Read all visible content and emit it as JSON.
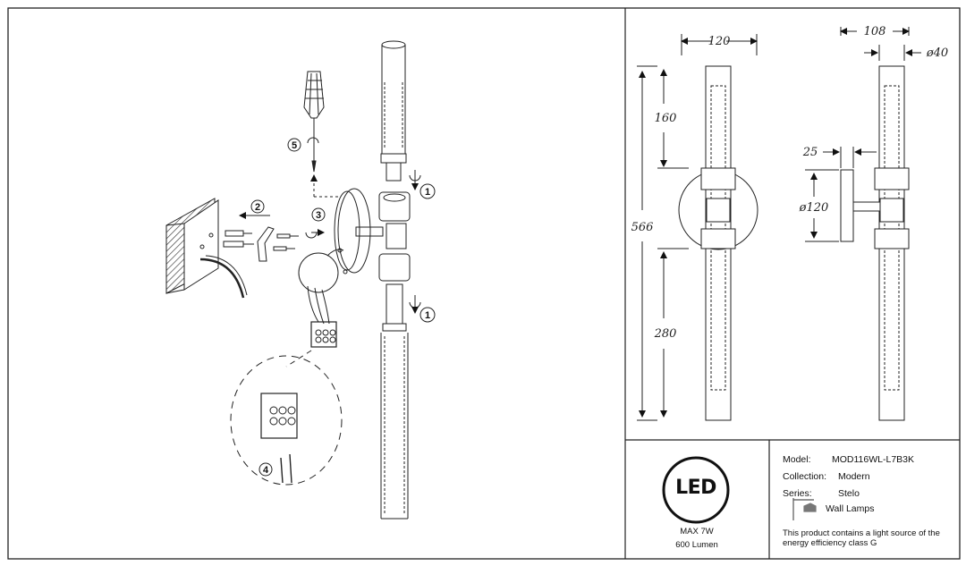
{
  "dimensions": {
    "width_top_front": "120",
    "width_top_side": "108",
    "tube_diameter": "ø40",
    "upper_length": "160",
    "total_length": "566",
    "lower_length": "280",
    "wall_offset": "25",
    "backplate_diameter": "ø120"
  },
  "steps": [
    "1",
    "1",
    "2",
    "3",
    "4",
    "5"
  ],
  "led_badge": {
    "logo_text": "LED",
    "power": "MAX 7W",
    "lumen": "600 Lumen"
  },
  "spec": {
    "model_label": "Model:",
    "model_value": "MOD116WL-L7B3K",
    "collection_label": "Collection:",
    "collection_value": "Modern",
    "series_label": "Series:",
    "series_value": "Stelo",
    "category_value": "Wall Lamps",
    "energy_note_line1": "This product contains a light source of the",
    "energy_note_line2": "energy efficiency class G"
  },
  "icons": {
    "wall-lamp-icon": "wall-lamp-icon",
    "screwdriver-icon": "screwdriver-icon"
  }
}
